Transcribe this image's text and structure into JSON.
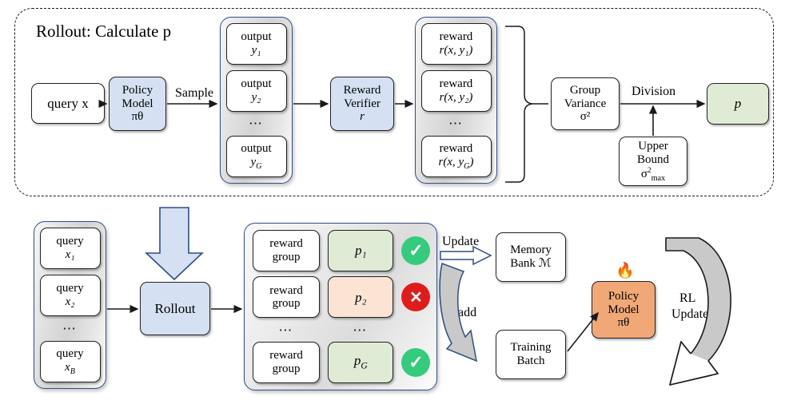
{
  "figure": {
    "top_panel": {
      "title": "Rollout: Calculate p",
      "nodes": {
        "query": "query x",
        "policy_model_line1": "Policy",
        "policy_model_line2": "Model",
        "policy_model_line3": "πθ",
        "reward_verifier_line1": "Reward",
        "reward_verifier_line2": "Verifier",
        "reward_verifier_line3": "r",
        "group_variance_line1": "Group",
        "group_variance_line2": "Variance",
        "group_variance_line3": "σ²",
        "upper_bound_line1": "Upper",
        "upper_bound_line2": "Bound",
        "upper_bound_line3": "σ²max",
        "p": "p"
      },
      "edge_labels": {
        "sample": "Sample",
        "division": "Division"
      },
      "outputs": {
        "caption": "output",
        "items": [
          "y₁",
          "y₂",
          "y_G"
        ],
        "ellipsis": "⋯"
      },
      "rewards": {
        "caption": "reward",
        "items": [
          "r(x, y₁)",
          "r(x, y₂)",
          "r(x, y_G)"
        ],
        "ellipsis": "⋯"
      }
    },
    "bottom_panel": {
      "queries": {
        "caption": "query",
        "items": [
          "x₁",
          "x₂",
          "x_B"
        ],
        "ellipsis": "⋯"
      },
      "rollout": "Rollout",
      "reward_groups": {
        "caption_line1": "reward",
        "caption_line2": "group",
        "p_values": [
          "p₁",
          "p₂",
          "p_G"
        ],
        "statuses": [
          "accepted",
          "rejected",
          "accepted"
        ],
        "status_glyphs": [
          "✓",
          "✕"
        ],
        "ellipsis": "⋯"
      },
      "edge_labels": {
        "update": "Update",
        "add": "add",
        "rl_update_line1": "RL",
        "rl_update_line2": "Update"
      },
      "memory_bank_line1": "Memory",
      "memory_bank_line2": "Bank ℳ",
      "training_batch_line1": "Training",
      "training_batch_line2": "Batch",
      "policy_model_line1": "Policy",
      "policy_model_line2": "Model",
      "policy_model_line3": "πθ",
      "fire_icon": "🔥"
    }
  },
  "colors": {
    "blue_fill": "#d5e1f2",
    "green_fill": "#dfebd4",
    "peach_fill": "#fbe4d4",
    "orange_fill": "#f0a877",
    "accept_green": "#34cc7c",
    "reject_red": "#e01b1b",
    "stack_outline": "#2f4f86",
    "stroke": "#222222"
  }
}
